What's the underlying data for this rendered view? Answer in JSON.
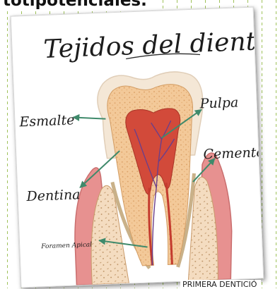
{
  "page": {
    "heading": "totipotenciales.",
    "caption": "PRIMERA DENTICIÓ"
  },
  "diagram": {
    "title": "Tejidos del diente",
    "labels": {
      "enamel": "Esmalte",
      "pulp": "Pulpa",
      "cementum": "Cemento",
      "dentin": "Dentina",
      "apical_foramen": "Foramen Apical"
    }
  },
  "colors": {
    "grid_lines": "#9fc25a",
    "arrows": "#3f8a6b",
    "enamel": "#f4e7d6",
    "dentin": "#f3c999",
    "pulp": "#d24a3a",
    "gum": "#e79190",
    "bone": "#f4dcc0",
    "cementum": "#c9b189"
  }
}
